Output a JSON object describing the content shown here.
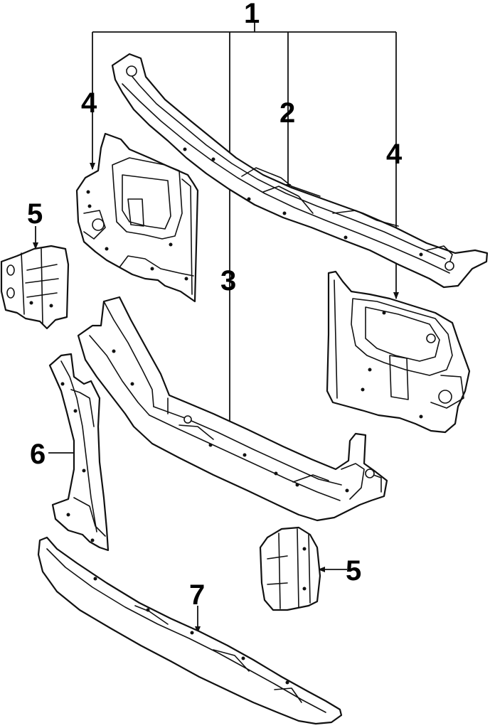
{
  "callouts": {
    "c1": "1",
    "c2": "2",
    "c3": "3",
    "c4_left": "4",
    "c4_right": "4",
    "c5_left": "5",
    "c5_right": "5",
    "c6": "6",
    "c7": "7"
  },
  "parts": [
    {
      "label": "1",
      "name": "radiator-support-assembly"
    },
    {
      "label": "2",
      "name": "upper-tie-bar"
    },
    {
      "label": "3",
      "name": "lower-tie-bar"
    },
    {
      "label": "4",
      "name": "side-panel"
    },
    {
      "label": "5",
      "name": "bracket"
    },
    {
      "label": "6",
      "name": "center-support"
    },
    {
      "label": "7",
      "name": "lower-deflector"
    }
  ],
  "colors": {
    "line": "#111111",
    "background": "#ffffff"
  }
}
